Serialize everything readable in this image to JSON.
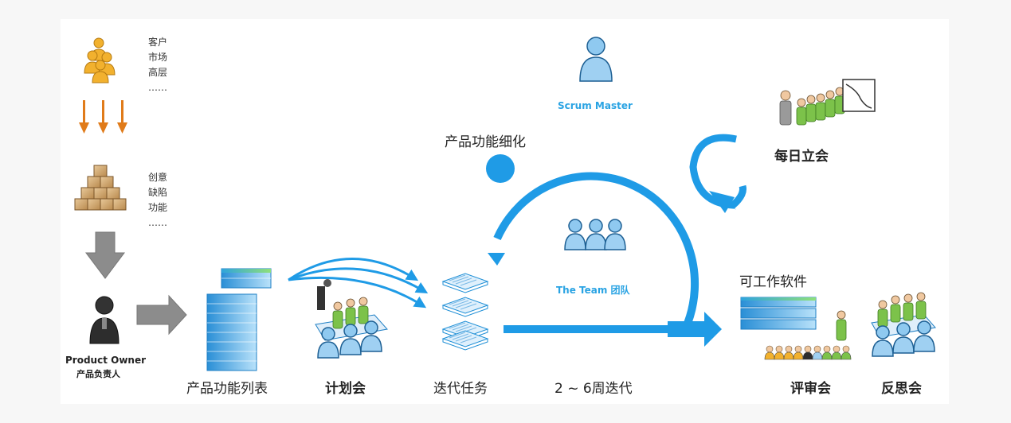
{
  "stakeholders": {
    "lines": [
      "客户",
      "市场",
      "高层",
      "……"
    ]
  },
  "requirements": {
    "lines": [
      "创意",
      "缺陷",
      "功能",
      "……"
    ]
  },
  "product_owner": {
    "en": "Product Owner",
    "cn": "产品负责人"
  },
  "scrum_master": {
    "label": "Scrum Master"
  },
  "team": {
    "label": "The Team 团队"
  },
  "refinement": {
    "label": "产品功能细化"
  },
  "daily": {
    "label": "每日立会"
  },
  "working_software": {
    "label": "可工作软件"
  },
  "bottom_labels": {
    "backlog": "产品功能列表",
    "planning": "计划会",
    "sprint_tasks": "迭代任务",
    "sprint": "2 ~ 6周迭代",
    "review": "评审会",
    "retro": "反思会"
  },
  "colors": {
    "cycle_blue": "#1f9be6",
    "arrow_orange": "#e07b1a",
    "arrow_gray": "#8c8c8c",
    "person_orange": "#f2b12e",
    "person_blue": "#9fd0f2",
    "person_green": "#7cc24a",
    "person_black": "#2d2d2d"
  }
}
